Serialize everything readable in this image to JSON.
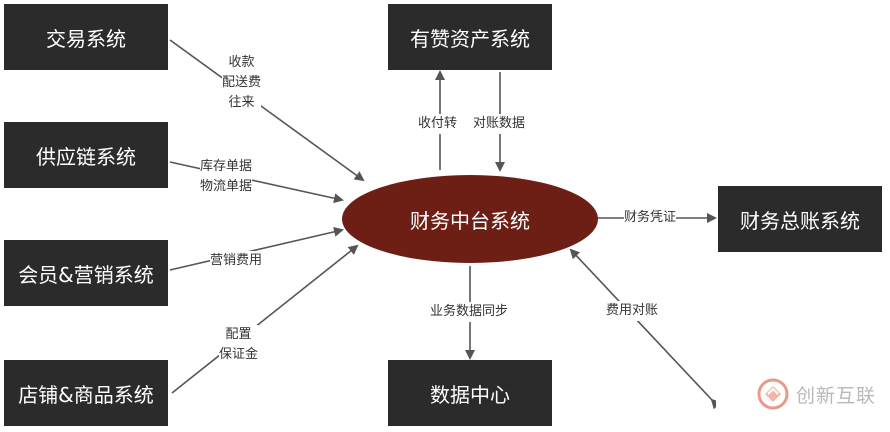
{
  "colors": {
    "box_fill": "#2b2b2b",
    "hub_fill": "#6d1f16",
    "arrow": "#555555",
    "text_light": "#ffffff",
    "label_text": "#333333"
  },
  "systems": {
    "trade": "交易系统",
    "supply_chain": "供应链系统",
    "member_marketing": "会员&营销系统",
    "store_goods": "店铺&商品系统",
    "youzan_asset": "有赞资产系统",
    "general_ledger": "财务总账系统",
    "data_center": "数据中心"
  },
  "hub": {
    "label": "财务中台系统"
  },
  "flows": {
    "trade": [
      "收款",
      "配送费",
      "往来"
    ],
    "supply_chain": [
      "库存单据",
      "物流单据"
    ],
    "member_marketing": [
      "营销费用"
    ],
    "store_goods": [
      "配置",
      "保证金"
    ],
    "asset_up": [
      "收付转"
    ],
    "asset_down": [
      "对账数据"
    ],
    "ledger": [
      "财务凭证"
    ],
    "data_sync": [
      "业务数据同步"
    ],
    "expense": [
      "费用对账"
    ]
  },
  "watermark": {
    "text": "创新互联",
    "icon": "chuangxin-logo-icon"
  }
}
